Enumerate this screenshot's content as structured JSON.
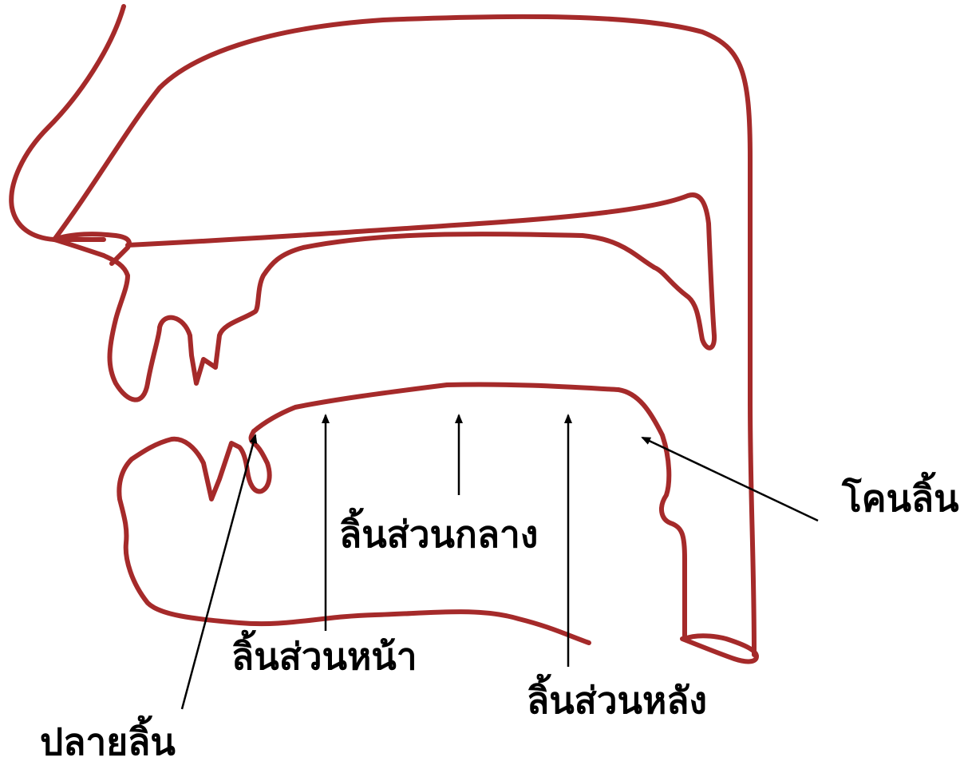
{
  "colors": {
    "outline": "#a52a2a",
    "arrow": "#000000",
    "text": "#000000",
    "background": "#ffffff"
  },
  "labels": {
    "tongue_tip": "ปลายลิ้น",
    "front_tongue": "ลิ้นส่วนหน้า",
    "middle_tongue": "ลิ้นส่วนกลาง",
    "back_tongue": "ลิ้นส่วนหลัง",
    "tongue_root": "โคนลิ้น"
  }
}
